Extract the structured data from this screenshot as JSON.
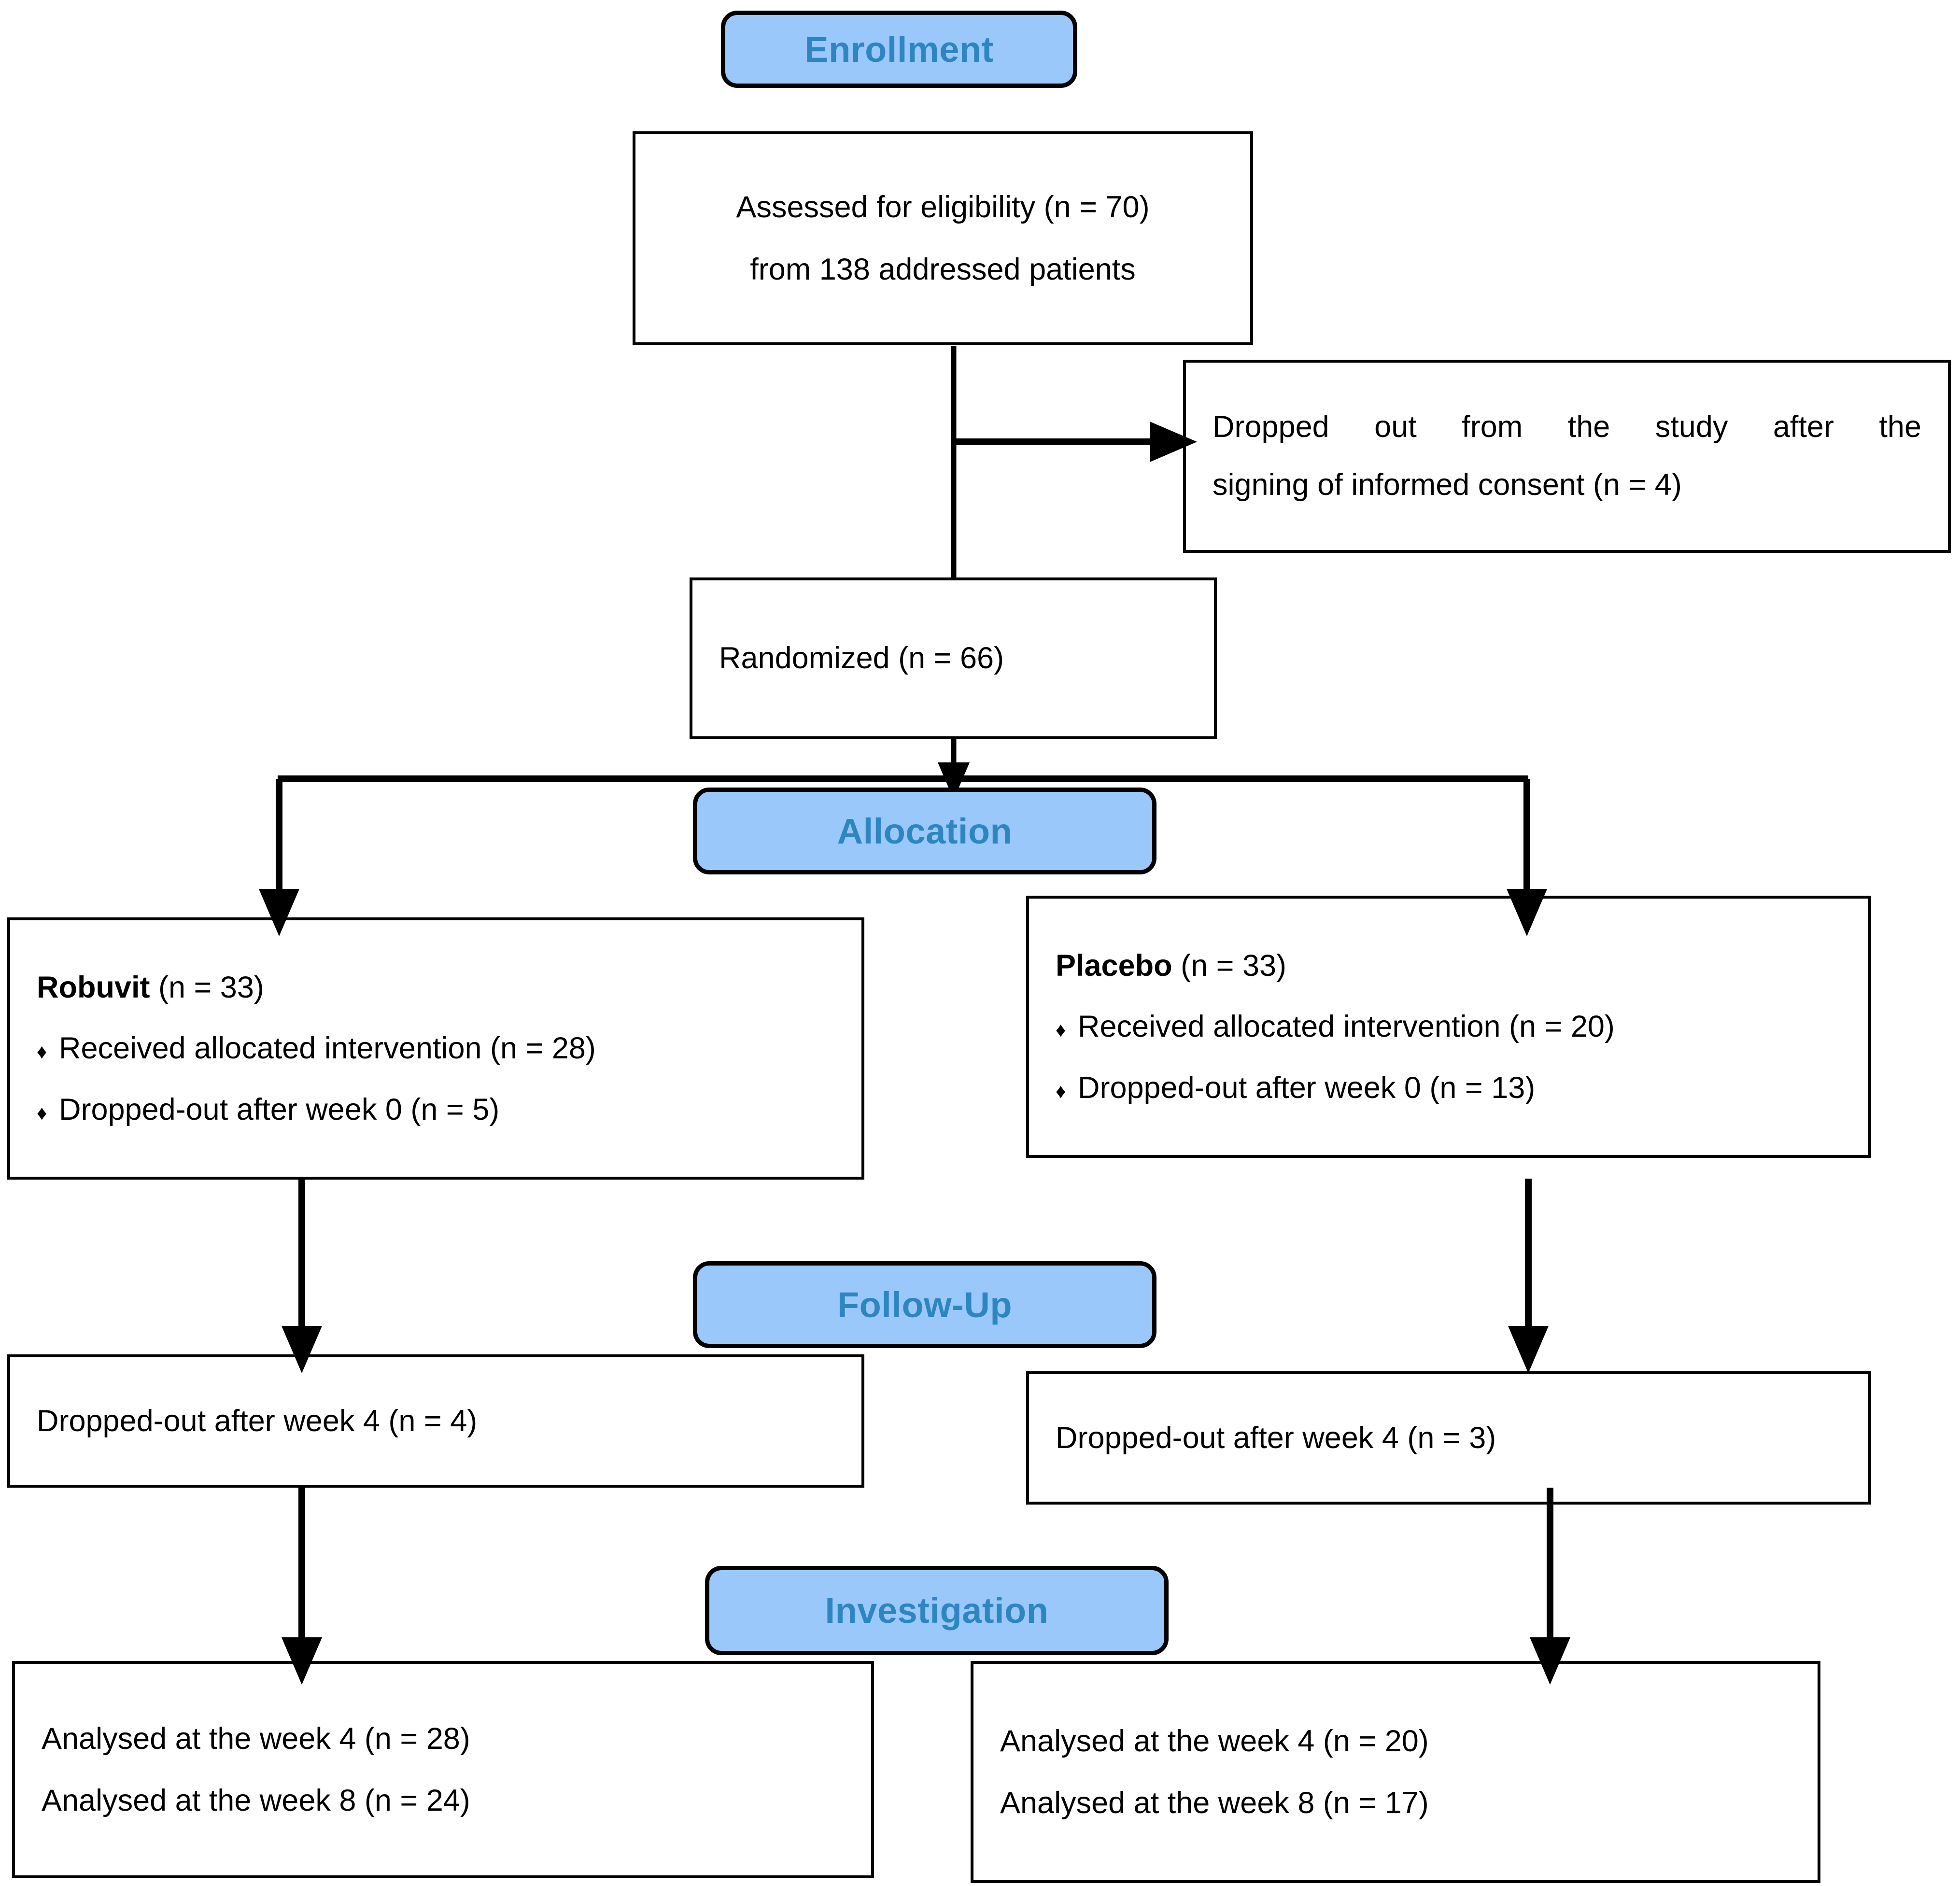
{
  "diagram": {
    "title": "CONSORT participant flow diagram",
    "colors": {
      "badge_fill": "#9ac8fb",
      "badge_text": "#2e86c1",
      "box_border": "#000000",
      "box_fill": "#ffffff",
      "connector": "#000000"
    },
    "stages": [
      {
        "key": "enrollment",
        "label": "Enrollment"
      },
      {
        "key": "allocation",
        "label": "Allocation"
      },
      {
        "key": "followup",
        "label": "Follow-Up"
      },
      {
        "key": "investigation",
        "label": "Investigation"
      }
    ]
  },
  "enrollment": {
    "badge": "Enrollment",
    "assessed": {
      "line1": "Assessed for eligibility (n = 70)",
      "line2": "from 138 addressed patients",
      "n_assessed": 70,
      "n_addressed": 138
    },
    "dropped_consent": {
      "line1": "Dropped out from the study after the",
      "line2": "signing of informed consent (n = 4)",
      "n": 4
    },
    "randomized": {
      "line1": "Randomized (n = 66)",
      "n": 66
    }
  },
  "allocation": {
    "badge": "Allocation",
    "arms": [
      {
        "name": "Robuvit",
        "header_count": "(n = 33)",
        "n": 33,
        "bullet_glyph": "♦",
        "items": [
          {
            "text": "Received allocated intervention (n = 28)",
            "n": 28
          },
          {
            "text": "Dropped-out after week 0 (n = 5)",
            "n": 5
          }
        ]
      },
      {
        "name": "Placebo",
        "header_count": "(n = 33)",
        "n": 33,
        "bullet_glyph": "♦",
        "items": [
          {
            "text": "Received allocated intervention (n = 20)",
            "n": 20
          },
          {
            "text": "Dropped-out after week 0 (n = 13)",
            "n": 13
          }
        ]
      }
    ]
  },
  "followup": {
    "badge": "Follow-Up",
    "arms": [
      {
        "text": "Dropped-out after week 4 (n = 4)",
        "n": 4
      },
      {
        "text": "Dropped-out after week 4 (n = 3)",
        "n": 3
      }
    ]
  },
  "investigation": {
    "badge": "Investigation",
    "arms": [
      {
        "line1": "Analysed at the week 4 (n = 28)",
        "line2": "Analysed at the week 8 (n = 24)",
        "n_week4": 28,
        "n_week8": 24
      },
      {
        "line1": "Analysed at the week 4 (n = 20)",
        "line2": "Analysed at the week 8 (n = 17)",
        "n_week4": 20,
        "n_week8": 17
      }
    ]
  }
}
